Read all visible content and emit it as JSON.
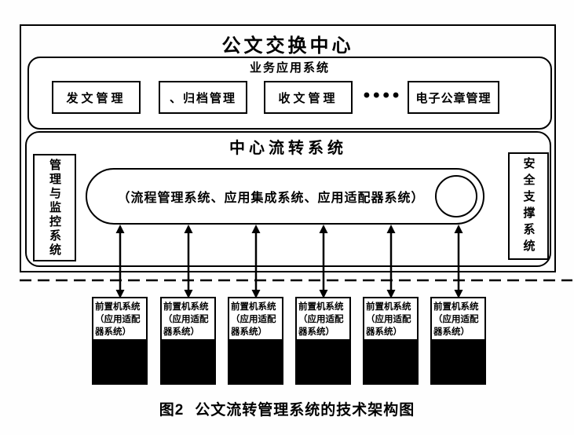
{
  "diagram": {
    "outer_title": "公文交换中心",
    "business_layer": {
      "title": "业务应用系统",
      "modules": [
        "发文管理",
        "、归档管理",
        "收文管理",
        "电子公章管理"
      ],
      "ellipsis": "••••"
    },
    "flow_layer": {
      "title": "中心流转系统",
      "left_box": "管理与监控系统",
      "right_box": "安全支撑系统",
      "capsule_text": "（流程管理系统、应用集成系统、应用适配器系统）"
    },
    "frontend_systems": {
      "count": 6,
      "label_lines": [
        "前置机系统",
        "（应用适配",
        "器系统）"
      ]
    },
    "caption": {
      "number": "图2",
      "text": "公文流转管理系统的技术架构图"
    }
  },
  "colors": {
    "ink": "#000000",
    "paper": "#ffffff"
  }
}
